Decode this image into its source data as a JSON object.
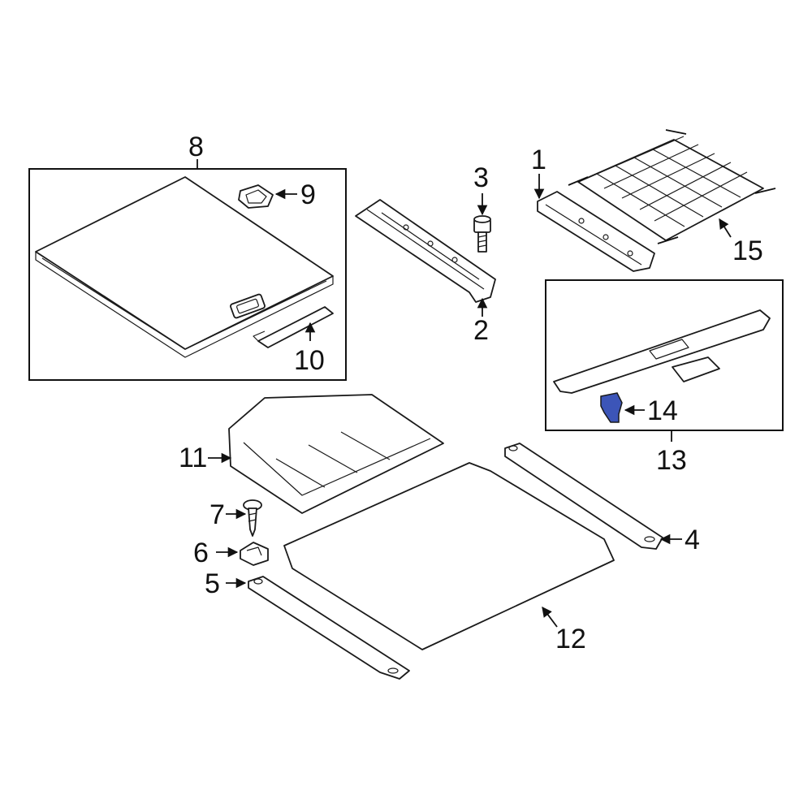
{
  "colors": {
    "highlight": "#3c55b8",
    "line": "#1a1a1a"
  },
  "callouts": {
    "c1": "1",
    "c2": "2",
    "c3": "3",
    "c4": "4",
    "c5": "5",
    "c6": "6",
    "c7": "7",
    "c8": "8",
    "c9": "9",
    "c10": "10",
    "c11": "11",
    "c12": "12",
    "c13": "13",
    "c14": "14",
    "c15": "15"
  }
}
